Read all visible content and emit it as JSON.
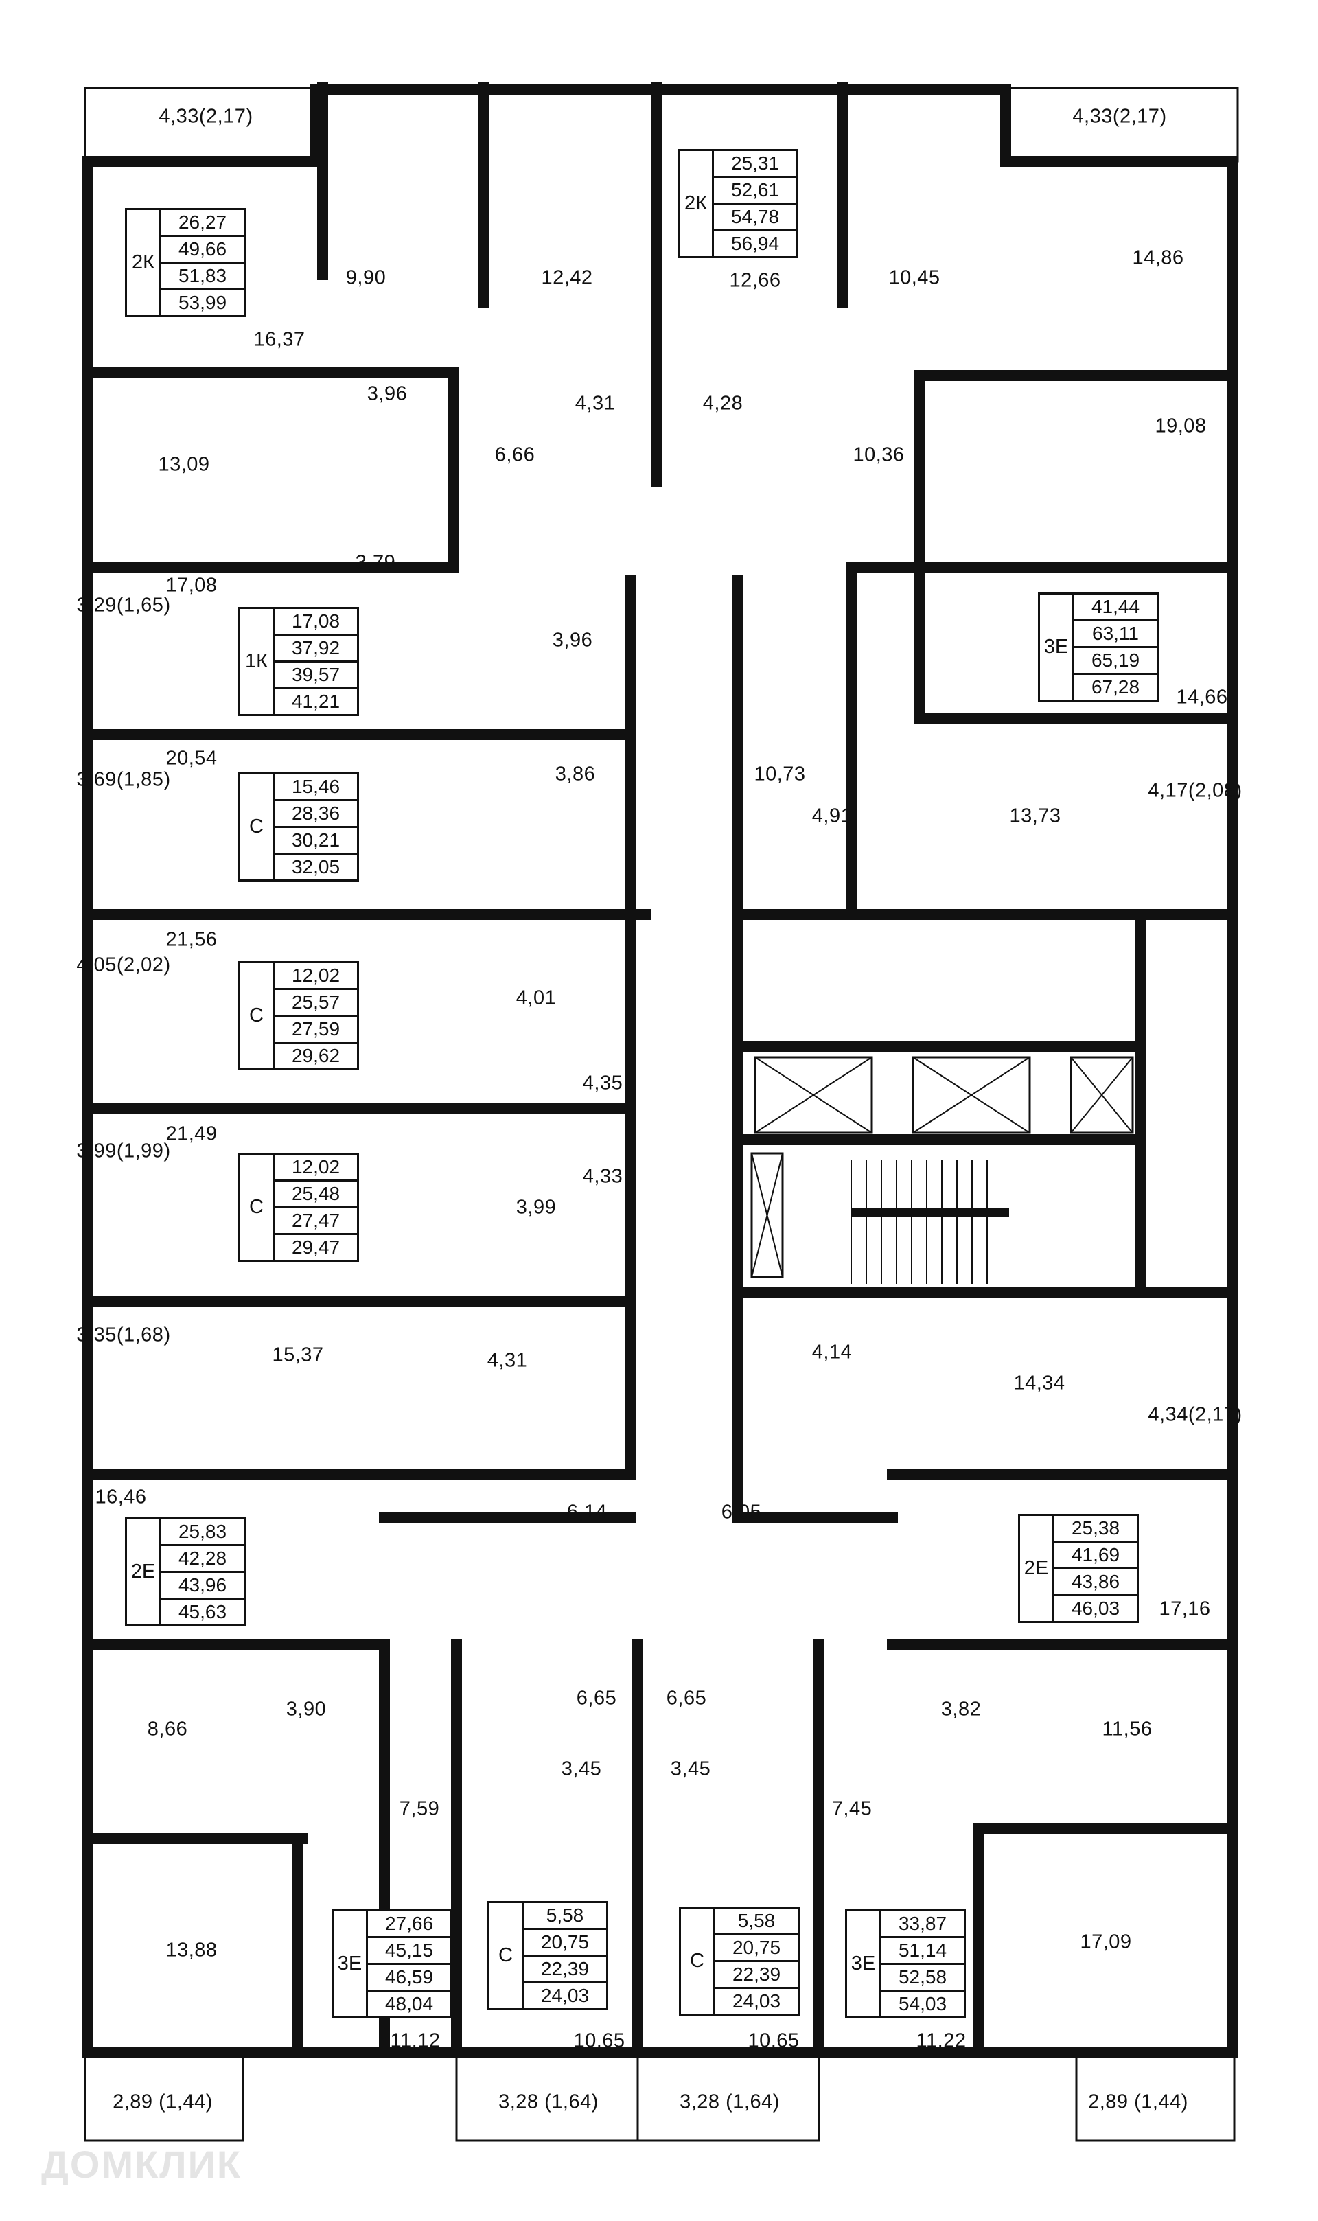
{
  "rooms": [
    {
      "label": "4,33(2,17)"
    },
    {
      "label": "4,33(2,17)"
    },
    {
      "label": "9,90"
    },
    {
      "label": "12,42"
    },
    {
      "label": "16,37"
    },
    {
      "label": "10,45"
    },
    {
      "label": "14,86"
    },
    {
      "label": "12,66"
    },
    {
      "label": "4,31"
    },
    {
      "label": "4,28"
    },
    {
      "label": "3,96"
    },
    {
      "label": "13,09"
    },
    {
      "label": "6,66"
    },
    {
      "label": "10,36"
    },
    {
      "label": "19,08"
    },
    {
      "label": "3,79"
    },
    {
      "label": "17,08"
    },
    {
      "label": "3,29(1,65)"
    },
    {
      "label": "3,96"
    },
    {
      "label": "14,66"
    },
    {
      "label": "20,54"
    },
    {
      "label": "3,86"
    },
    {
      "label": "10,73"
    },
    {
      "label": "3,69(1,85)"
    },
    {
      "label": "4,17(2,08)"
    },
    {
      "label": "4,91"
    },
    {
      "label": "13,73"
    },
    {
      "label": "21,56"
    },
    {
      "label": "4,05(2,02)"
    },
    {
      "label": "4,01"
    },
    {
      "label": "4,35"
    },
    {
      "label": "21,49"
    },
    {
      "label": "4,33"
    },
    {
      "label": "3,99(1,99)"
    },
    {
      "label": "3,99"
    },
    {
      "label": "4,14"
    },
    {
      "label": "14,34"
    },
    {
      "label": "3,35(1,68)"
    },
    {
      "label": "4,31"
    },
    {
      "label": "15,37"
    },
    {
      "label": "4,34(2,17)"
    },
    {
      "label": "16,46"
    },
    {
      "label": "6,14"
    },
    {
      "label": "6,05"
    },
    {
      "label": "17,16"
    },
    {
      "label": "6,65"
    },
    {
      "label": "6,65"
    },
    {
      "label": "8,66"
    },
    {
      "label": "3,90"
    },
    {
      "label": "3,82"
    },
    {
      "label": "11,56"
    },
    {
      "label": "3,45"
    },
    {
      "label": "3,45"
    },
    {
      "label": "7,59"
    },
    {
      "label": "7,45"
    },
    {
      "label": "13,88"
    },
    {
      "label": "17,09"
    },
    {
      "label": "11,12"
    },
    {
      "label": "10,65"
    },
    {
      "label": "10,65"
    },
    {
      "label": "11,22"
    },
    {
      "label": "2,89 (1,44)"
    },
    {
      "label": "2,89 (1,44)"
    },
    {
      "label": "3,28 (1,64)"
    },
    {
      "label": "3,28 (1,64)"
    }
  ],
  "apartments": [
    {
      "type": "2К",
      "areas": [
        "26,27",
        "49,66",
        "51,83",
        "53,99"
      ]
    },
    {
      "type": "2К",
      "areas": [
        "25,31",
        "52,61",
        "54,78",
        "56,94"
      ]
    },
    {
      "type": "1К",
      "areas": [
        "17,08",
        "37,92",
        "39,57",
        "41,21"
      ]
    },
    {
      "type": "3Е",
      "areas": [
        "41,44",
        "63,11",
        "65,19",
        "67,28"
      ]
    },
    {
      "type": "С",
      "areas": [
        "15,46",
        "28,36",
        "30,21",
        "32,05"
      ]
    },
    {
      "type": "С",
      "areas": [
        "12,02",
        "25,57",
        "27,59",
        "29,62"
      ]
    },
    {
      "type": "С",
      "areas": [
        "12,02",
        "25,48",
        "27,47",
        "29,47"
      ]
    },
    {
      "type": "2Е",
      "areas": [
        "25,83",
        "42,28",
        "43,96",
        "45,63"
      ]
    },
    {
      "type": "2Е",
      "areas": [
        "25,38",
        "41,69",
        "43,86",
        "46,03"
      ]
    },
    {
      "type": "3Е",
      "areas": [
        "27,66",
        "45,15",
        "46,59",
        "48,04"
      ]
    },
    {
      "type": "С",
      "areas": [
        "5,58",
        "20,75",
        "22,39",
        "24,03"
      ]
    },
    {
      "type": "С",
      "areas": [
        "5,58",
        "20,75",
        "22,39",
        "24,03"
      ]
    },
    {
      "type": "3Е",
      "areas": [
        "33,87",
        "51,14",
        "52,58",
        "54,03"
      ]
    }
  ],
  "watermark": "ДОМКЛИК",
  "colors": {
    "wall": "#111111",
    "background": "#ffffff",
    "watermark": "#e4e4e4"
  }
}
